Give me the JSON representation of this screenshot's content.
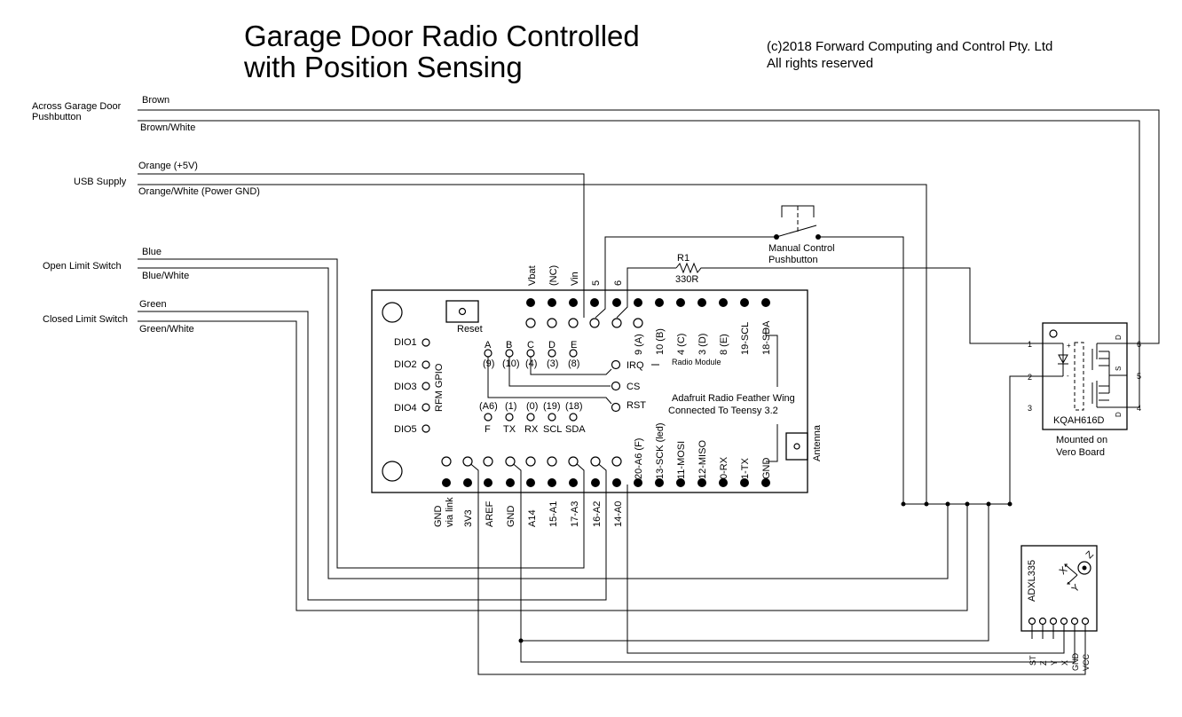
{
  "title": {
    "line1": "Garage Door Radio Controlled",
    "line2": "with Position Sensing"
  },
  "copyright": {
    "line1": "(c)2018 Forward Computing and Control Pty. Ltd",
    "line2": "All rights reserved"
  },
  "connections": [
    {
      "name": "Across Garage Door",
      "name2": "Pushbutton",
      "wire_a": "Brown",
      "wire_b": "Brown/White"
    },
    {
      "name": "USB Supply",
      "wire_a": "Orange (+5V)",
      "wire_b": "Orange/White (Power GND)"
    },
    {
      "name": "Open Limit Switch",
      "wire_a": "Blue",
      "wire_b": "Blue/White"
    },
    {
      "name": "Closed Limit Switch",
      "wire_a": "Green",
      "wire_b": "Green/White"
    }
  ],
  "manual_control": {
    "line1": "Manual Control",
    "line2": "Pushbutton"
  },
  "resistor": {
    "ref": "R1",
    "value": "330R"
  },
  "board": {
    "reset_label": "Reset",
    "top_pin_labels": [
      "Vbat",
      "(NC)",
      "Vin",
      "5",
      "6"
    ],
    "upper_pin_labels": [
      "9 (A)",
      "10 (B)",
      "4 (C)",
      "3 (D)",
      "8 (E)",
      "19-SCL",
      "18-SDA"
    ],
    "bottom_left_labels": [
      "GND",
      "via link",
      "3V3",
      "AREF",
      "GND",
      "A14",
      "15-A1",
      "17-A3",
      "16-A2",
      "14-A0"
    ],
    "bottom_right_labels": [
      "20-A6 (F)",
      "13-SCK (led)",
      "11-MOSI",
      "12-MISO",
      "0-RX",
      "1-TX",
      "GND"
    ],
    "dio_labels": [
      "DIO1",
      "DIO2",
      "DIO3",
      "DIO4",
      "DIO5"
    ],
    "rfm_gpio_label": "RFM GPIO",
    "gpio_letters": [
      "A",
      "B",
      "C",
      "D",
      "E"
    ],
    "gpio_numbers": [
      "(9)",
      "(10)",
      "(4)",
      "(3)",
      "(8)"
    ],
    "lower_numbers": [
      "(A6)",
      "(1)",
      "(0)",
      "(19)",
      "(18)"
    ],
    "lower_names": [
      "F",
      "TX",
      "RX",
      "SCL",
      "SDA"
    ],
    "irq_label": "IRQ",
    "cs_label": "CS",
    "rst_label": "RST",
    "radio_module_label": "Radio Module",
    "feather_line1": "Adafruit Radio Feather Wing",
    "feather_line2": "Connected To Teensy 3.2",
    "antenna_label": "Antenna"
  },
  "relay": {
    "part": "KQAH616D",
    "pins_left": [
      "1",
      "2",
      "3"
    ],
    "pins_right": [
      "6",
      "5",
      "4"
    ],
    "plus": "+",
    "minus": "-",
    "d_top": "D",
    "s_mid": "S",
    "d_bot": "D",
    "mount_line1": "Mounted on",
    "mount_line2": "Vero Board"
  },
  "accelerometer": {
    "part": "ADXL335",
    "axis_x": "X",
    "axis_y": "Y",
    "axis_z": "Z",
    "pin_labels": [
      "ST",
      "Z",
      "Y",
      "X",
      "GND",
      "VCC"
    ]
  }
}
